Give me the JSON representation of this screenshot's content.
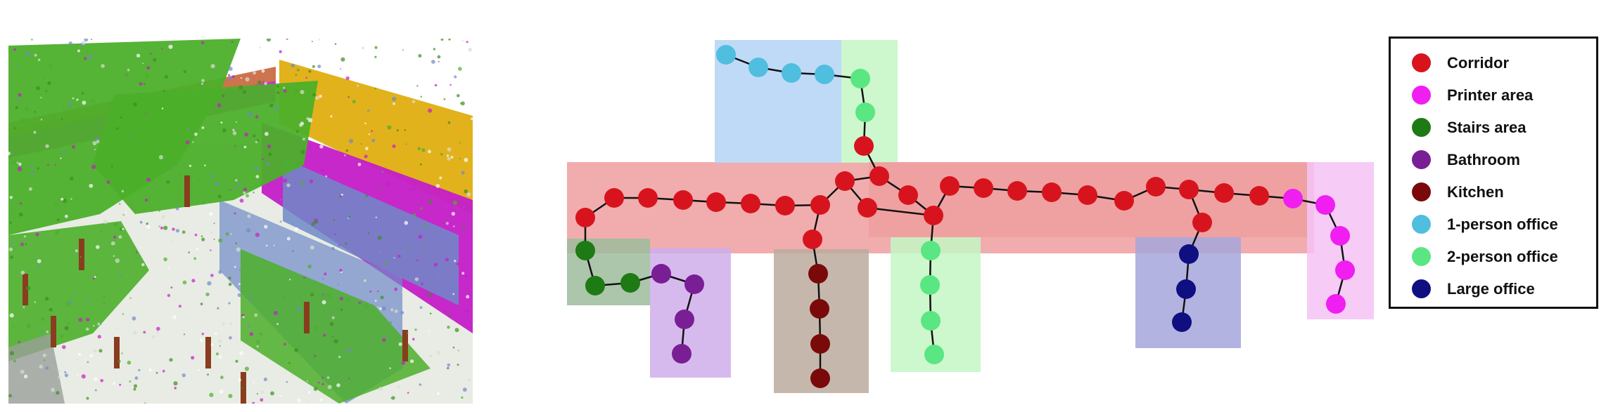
{
  "legend": {
    "items": [
      {
        "label": "Corridor",
        "color": "#d7141e"
      },
      {
        "label": "Printer area",
        "color": "#f01ef0"
      },
      {
        "label": "Stairs area",
        "color": "#1e7a14"
      },
      {
        "label": "Bathroom",
        "color": "#7a1e96"
      },
      {
        "label": "Kitchen",
        "color": "#7a0a0a"
      },
      {
        "label": "1-person office",
        "color": "#50bede"
      },
      {
        "label": "2-person office",
        "color": "#5ae682"
      },
      {
        "label": "Large office",
        "color": "#0f0f82"
      }
    ]
  },
  "pointcloud": {
    "colors": {
      "vegetation": "#4caf2a",
      "wall_yellow": "#e2b21c",
      "floor_magenta": "#c41ec8",
      "floor_blue": "#6f8ac8",
      "beam_orange": "#c8643a",
      "ground": "#e8ece4",
      "trunk": "#8a3c1e"
    }
  },
  "region_colors": {
    "corridor": "#ef9f9f",
    "one_person_office": "#b4d4f6",
    "two_person_office": "#c4f6c4",
    "stairs": "#9cbc9c",
    "bathroom": "#cfaeea",
    "kitchen": "#bcaa9e",
    "large_office": "#a6a6dc",
    "printer": "#f4c2f4"
  }
}
